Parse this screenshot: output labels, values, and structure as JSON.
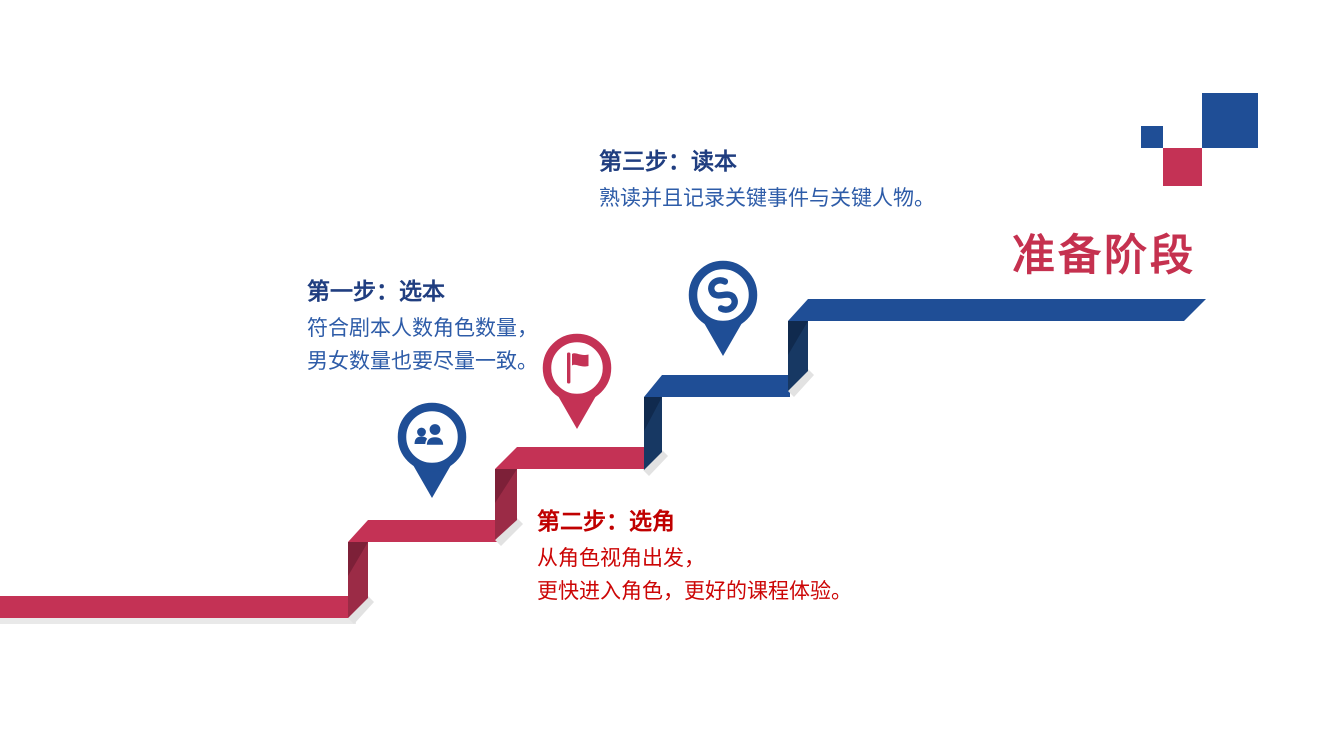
{
  "slide": {
    "title": "准备阶段",
    "steps": [
      {
        "id": "step1",
        "heading": "第一步：选本",
        "lines": [
          "符合剧本人数角色数量，",
          "男女数量也要尽量一致。"
        ],
        "text_color_role": "blue",
        "icon": "users-pin-icon"
      },
      {
        "id": "step2",
        "heading": "第二步：选角",
        "lines": [
          "从角色视角出发，",
          "更快进入角色，更好的课程体验。"
        ],
        "text_color_role": "red",
        "icon": "flag-pin-icon"
      },
      {
        "id": "step3",
        "heading": "第三步：读本",
        "lines": [
          "熟读并且记录关键事件与关键人物。"
        ],
        "text_color_role": "blue",
        "icon": "link-pin-icon"
      }
    ],
    "decorations": {
      "squares": [
        "small-blue-square",
        "red-square",
        "large-blue-square"
      ],
      "staircase": "red-to-blue-step-ribbon"
    },
    "colors": {
      "stair_red": "#C43255",
      "stair_red_riser": "#9B2B46",
      "stair_red_fold": "#7D2038",
      "stair_blue": "#1F4E96",
      "stair_blue_riser": "#173863",
      "stair_blue_fold": "#102A4E",
      "title_red": "#C5314F",
      "heading_blue": "#203E80",
      "body_blue": "#2E5CA8",
      "heading_red": "#C00000",
      "body_red": "#CC0606",
      "shadow_grey": "#E2E2E2",
      "background": "#FFFFFF"
    }
  }
}
